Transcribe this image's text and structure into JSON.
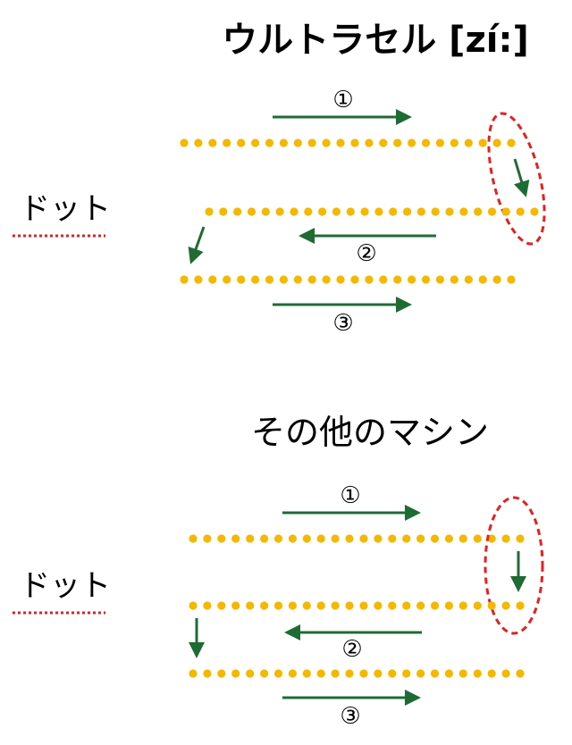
{
  "colors": {
    "dot": "#f5b800",
    "arrow": "#1f6b34",
    "highlight": "#e52020",
    "text": "#000000"
  },
  "panels": [
    {
      "title": "ウルトラセル [zí:]",
      "side_label": "ドット",
      "steps": [
        "①",
        "②",
        "③"
      ]
    },
    {
      "title": "その他のマシン",
      "side_label": "ドット",
      "steps": [
        "①",
        "②",
        "③"
      ]
    }
  ]
}
